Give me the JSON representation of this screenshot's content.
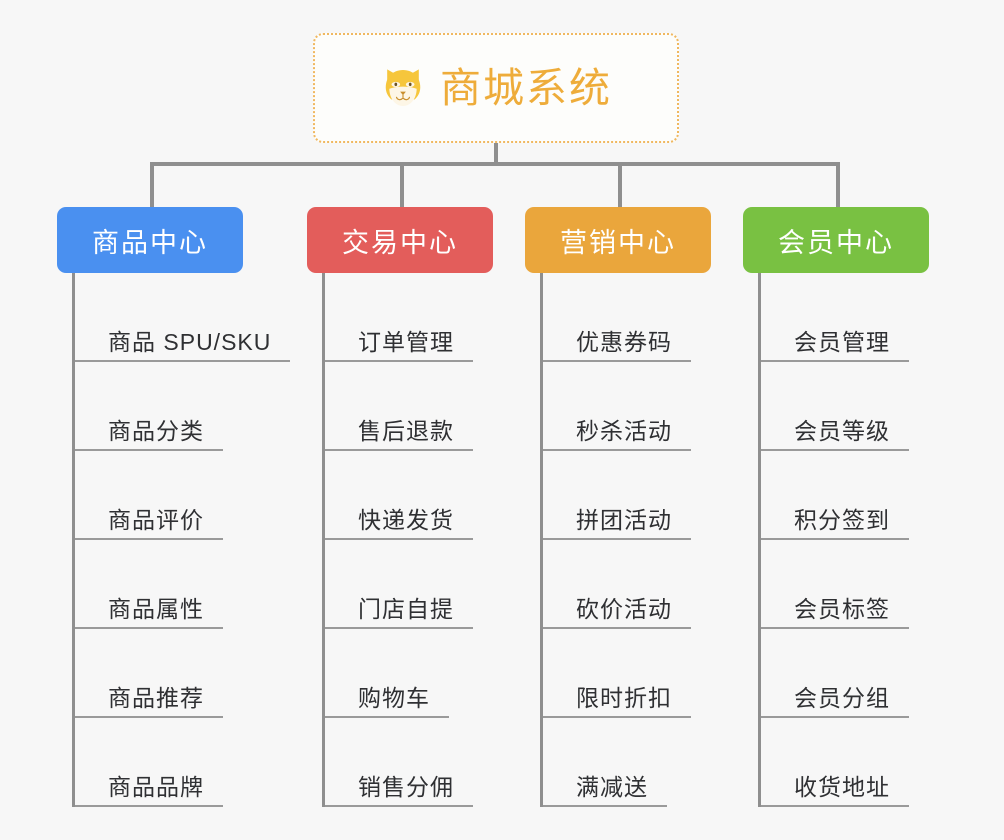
{
  "diagram": {
    "type": "mindmap-tree",
    "background_color": "#f7f7f7",
    "connector_color": "#8f8f8f",
    "root": {
      "title": "商城系统",
      "icon": "shiba-dog-face-icon",
      "text_color": "#eeac3a",
      "border_color": "#f0b860",
      "background_color": "#fdfdfb"
    },
    "branches": [
      {
        "label": "商品中心",
        "color": "#4a90f0",
        "items": [
          "商品 SPU/SKU",
          "商品分类",
          "商品评价",
          "商品属性",
          "商品推荐",
          "商品品牌"
        ]
      },
      {
        "label": "交易中心",
        "color": "#e35d5b",
        "items": [
          "订单管理",
          "售后退款",
          "快递发货",
          "门店自提",
          "购物车",
          "销售分佣"
        ]
      },
      {
        "label": "营销中心",
        "color": "#eaa63c",
        "items": [
          "优惠券码",
          "秒杀活动",
          "拼团活动",
          "砍价活动",
          "限时折扣",
          "满减送"
        ]
      },
      {
        "label": "会员中心",
        "color": "#79c142",
        "items": [
          "会员管理",
          "会员等级",
          "积分签到",
          "会员标签",
          "会员分组",
          "收货地址"
        ]
      }
    ]
  }
}
